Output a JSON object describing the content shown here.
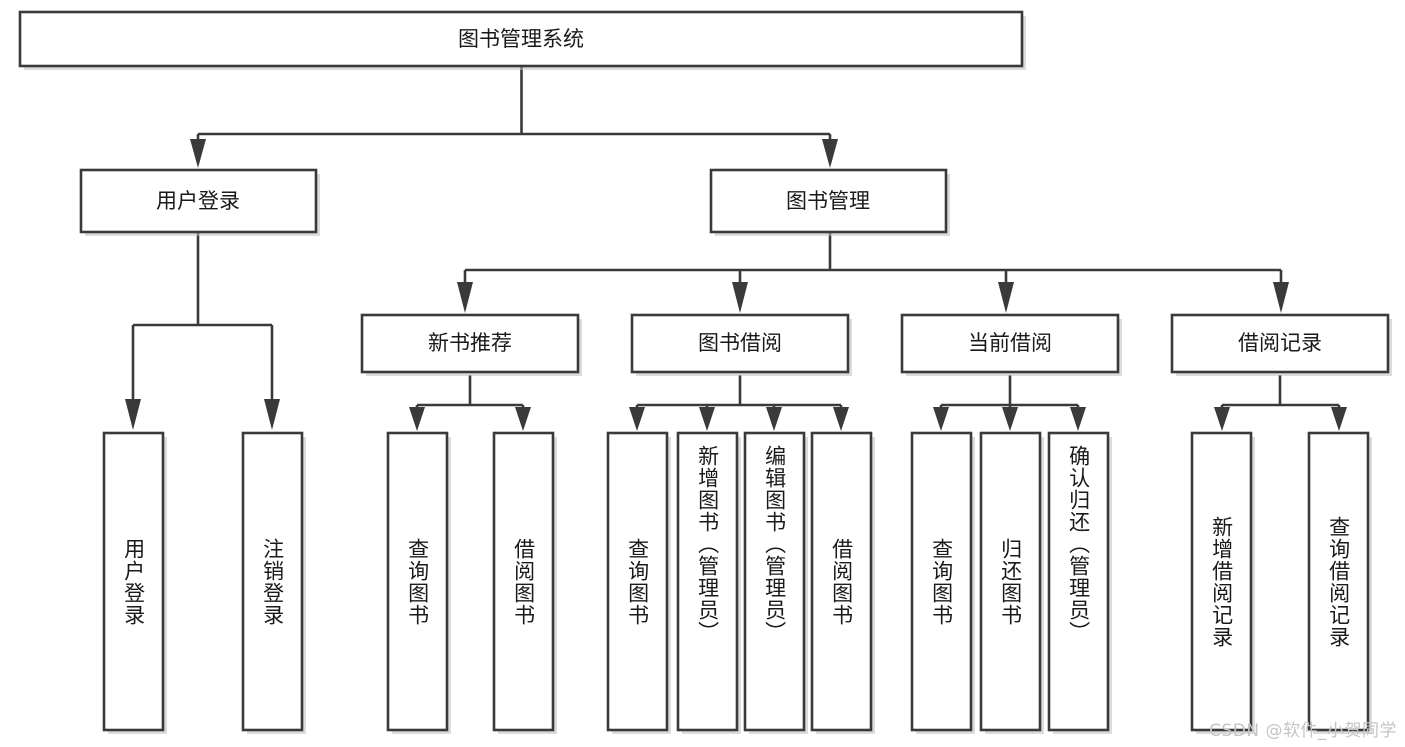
{
  "diagram": {
    "title": "图书管理系统",
    "type": "tree-hierarchy-diagram",
    "orientation": "top-down",
    "colors": {
      "stroke": "#3a3a3a",
      "fill": "#ffffff",
      "text": "#1a1a1a",
      "shadow": "#bfbfbf",
      "watermark": "#c4c4c4",
      "background": "#ffffff"
    },
    "levels": {
      "root": {
        "label": "图书管理系统"
      },
      "level2": [
        {
          "label": "用户登录"
        },
        {
          "label": "图书管理"
        }
      ],
      "level3": [
        {
          "label": "新书推荐"
        },
        {
          "label": "图书借阅"
        },
        {
          "label": "当前借阅"
        },
        {
          "label": "借阅记录"
        }
      ],
      "leaves": [
        {
          "label": "用户登录"
        },
        {
          "label": "注销登录"
        },
        {
          "label": "查询图书"
        },
        {
          "label": "借阅图书"
        },
        {
          "label": "查询图书"
        },
        {
          "label": "新增图书（管理员）"
        },
        {
          "label": "编辑图书（管理员）"
        },
        {
          "label": "借阅图书"
        },
        {
          "label": "查询图书"
        },
        {
          "label": "归还图书"
        },
        {
          "label": "确认归还（管理员）"
        },
        {
          "label": "新增借阅记录"
        },
        {
          "label": "查询借阅记录"
        }
      ]
    },
    "edges": [
      {
        "from": "图书管理系统",
        "to": "用户登录"
      },
      {
        "from": "图书管理系统",
        "to": "图书管理"
      },
      {
        "from": "用户登录",
        "to": "用户登录"
      },
      {
        "from": "用户登录",
        "to": "注销登录"
      },
      {
        "from": "图书管理",
        "to": "新书推荐"
      },
      {
        "from": "图书管理",
        "to": "图书借阅"
      },
      {
        "from": "图书管理",
        "to": "当前借阅"
      },
      {
        "from": "图书管理",
        "to": "借阅记录"
      },
      {
        "from": "新书推荐",
        "to": "查询图书"
      },
      {
        "from": "新书推荐",
        "to": "借阅图书"
      },
      {
        "from": "图书借阅",
        "to": "查询图书"
      },
      {
        "from": "图书借阅",
        "to": "新增图书（管理员）"
      },
      {
        "from": "图书借阅",
        "to": "编辑图书（管理员）"
      },
      {
        "from": "图书借阅",
        "to": "借阅图书"
      },
      {
        "from": "当前借阅",
        "to": "查询图书"
      },
      {
        "from": "当前借阅",
        "to": "归还图书"
      },
      {
        "from": "当前借阅",
        "to": "确认归还（管理员）"
      },
      {
        "from": "借阅记录",
        "to": "新增借阅记录"
      },
      {
        "from": "借阅记录",
        "to": "查询借阅记录"
      }
    ]
  },
  "watermark": {
    "text": "CSDN @软件_小贺同学"
  }
}
